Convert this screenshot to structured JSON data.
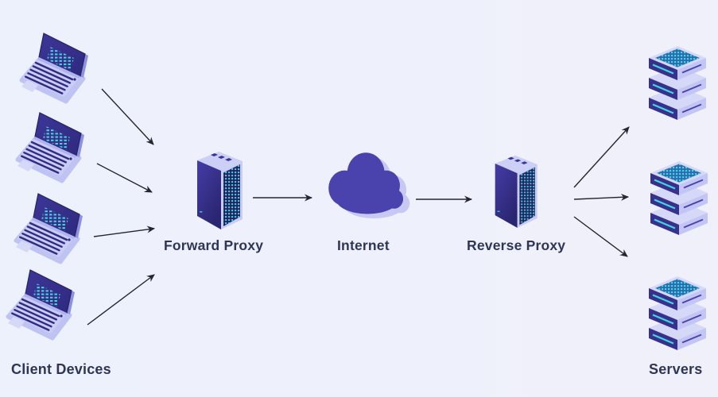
{
  "diagram": {
    "type": "network-architecture",
    "background": "#edf1fb",
    "colors": {
      "indigo": "#4a43ad",
      "indigo_dark": "#312c82",
      "indigo_deep": "#262268",
      "lavender": "#c7caf4",
      "lavender_light": "#dcdef9",
      "panel_blue": "#2b6aae",
      "teal": "#45d8e2",
      "arrow": "#25252f",
      "label_text": "#2f3555"
    },
    "labels": {
      "client_devices": "Client Devices",
      "forward_proxy": "Forward Proxy",
      "internet": "Internet",
      "reverse_proxy": "Reverse Proxy",
      "servers": "Servers"
    },
    "nodes": [
      {
        "id": "client-devices",
        "label": "Client Devices",
        "type": "laptop",
        "count": 4
      },
      {
        "id": "forward-proxy",
        "label": "Forward Proxy",
        "type": "server-tower",
        "count": 1
      },
      {
        "id": "internet",
        "label": "Internet",
        "type": "cloud",
        "count": 1
      },
      {
        "id": "reverse-proxy",
        "label": "Reverse Proxy",
        "type": "server-tower",
        "count": 1
      },
      {
        "id": "servers",
        "label": "Servers",
        "type": "server-stack",
        "count": 3
      }
    ],
    "edges": [
      {
        "from": "client-1",
        "to": "forward-proxy"
      },
      {
        "from": "client-2",
        "to": "forward-proxy"
      },
      {
        "from": "client-3",
        "to": "forward-proxy"
      },
      {
        "from": "client-4",
        "to": "forward-proxy"
      },
      {
        "from": "forward-proxy",
        "to": "internet"
      },
      {
        "from": "internet",
        "to": "reverse-proxy"
      },
      {
        "from": "reverse-proxy",
        "to": "server-1"
      },
      {
        "from": "reverse-proxy",
        "to": "server-2"
      },
      {
        "from": "reverse-proxy",
        "to": "server-3"
      }
    ]
  }
}
